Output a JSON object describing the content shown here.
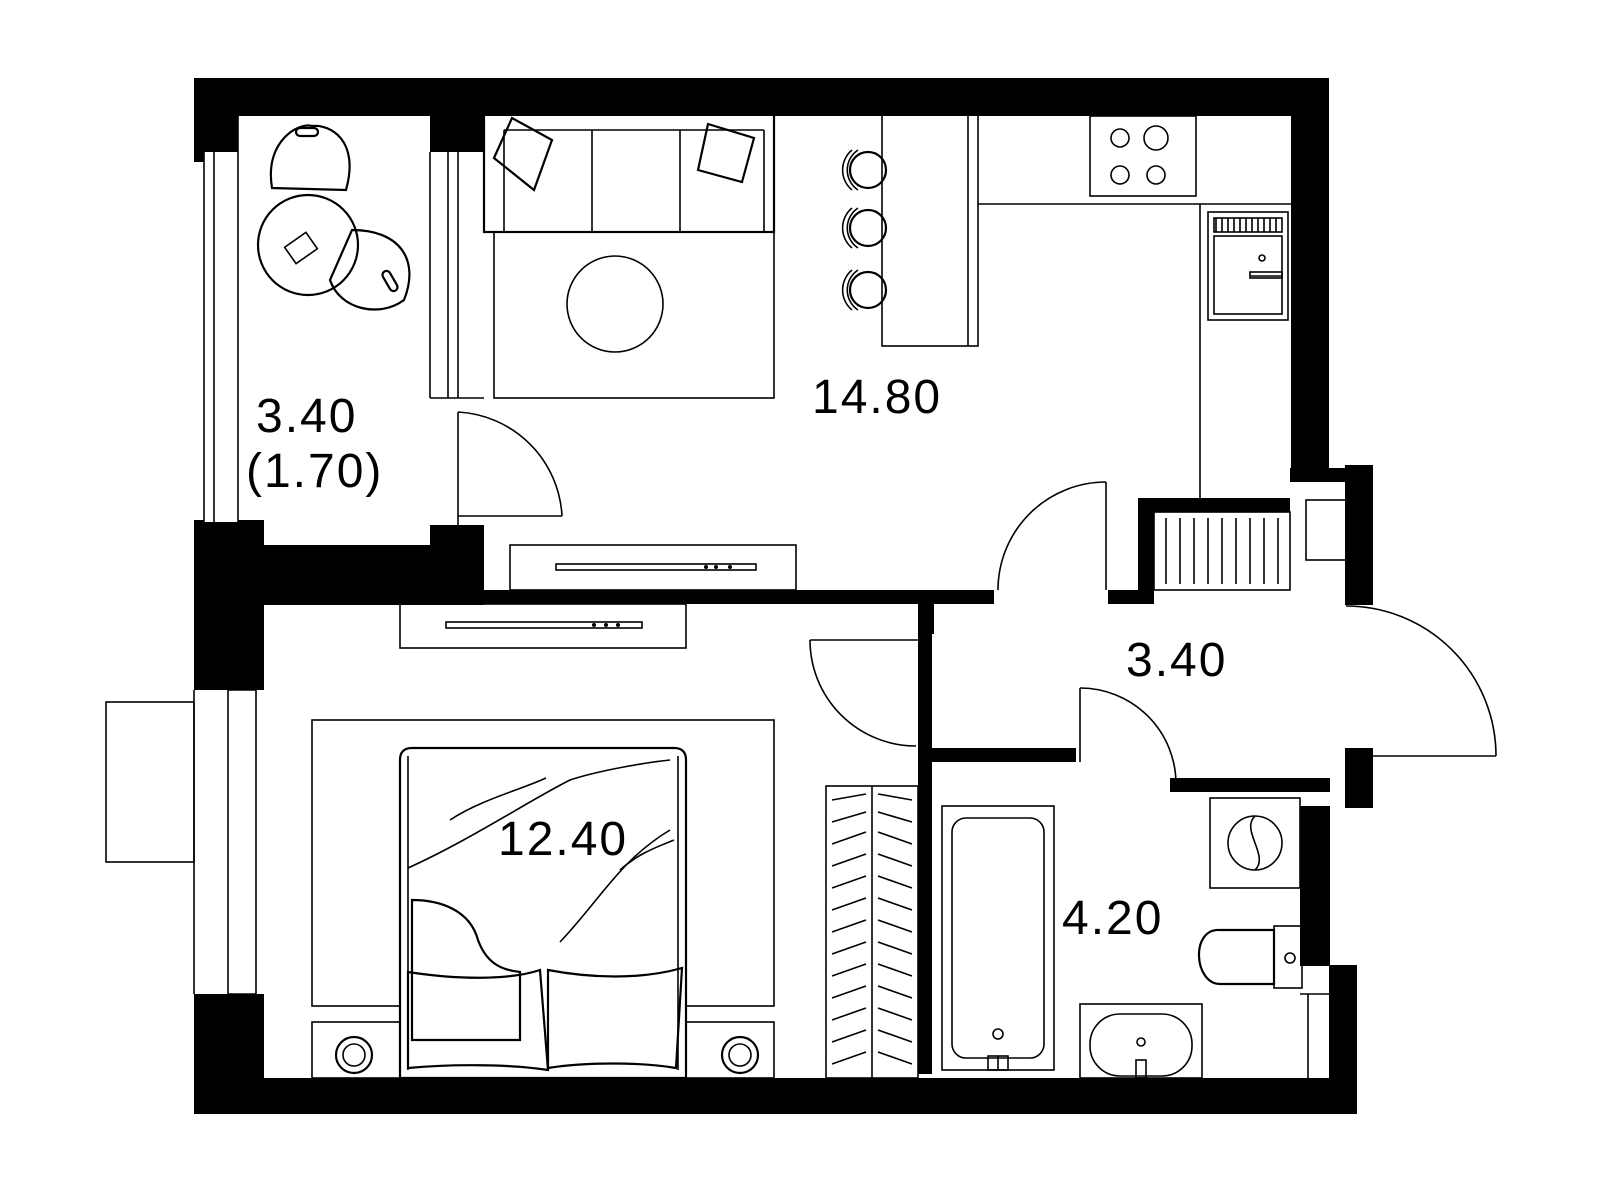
{
  "rooms": {
    "balcony": {
      "area": "3.40",
      "area_reduced": "(1.70)"
    },
    "living_kitchen": {
      "area": "14.80"
    },
    "hall": {
      "area": "3.40"
    },
    "bedroom": {
      "area": "12.40"
    },
    "bathroom": {
      "area": "4.20"
    }
  },
  "colors": {
    "wall": "#000000",
    "background": "#ffffff",
    "line": "#000000"
  }
}
